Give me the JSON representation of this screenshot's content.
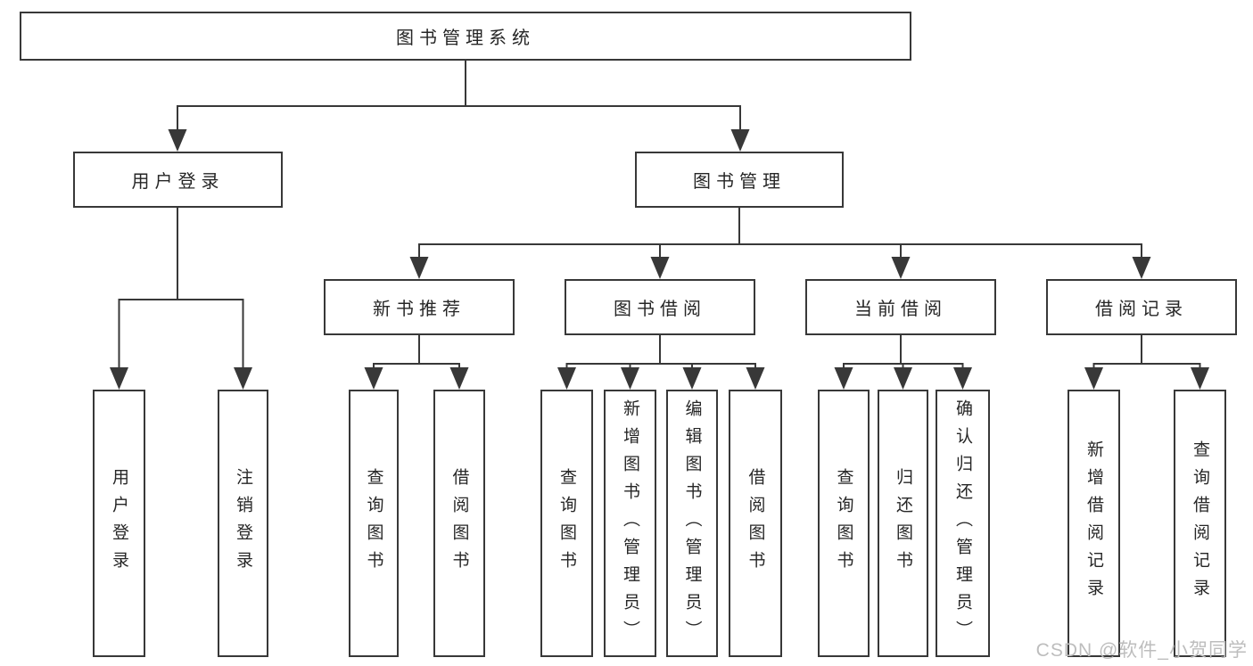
{
  "colors": {
    "line": "#383838",
    "box_border": "#383838",
    "text": "#262626",
    "watermark": "#bdbdbd",
    "background": "#ffffff"
  },
  "watermark": "CSDN @软件_小贺同学",
  "tree": {
    "root": "图书管理系统",
    "branches": [
      {
        "label": "用户登录",
        "children": [
          {
            "label": "用户登录"
          },
          {
            "label": "注销登录"
          }
        ]
      },
      {
        "label": "图书管理",
        "children": [
          {
            "label": "新书推荐",
            "children": [
              {
                "label": "查询图书"
              },
              {
                "label": "借阅图书"
              }
            ]
          },
          {
            "label": "图书借阅",
            "children": [
              {
                "label": "查询图书"
              },
              {
                "label": "新增图书（管理员）"
              },
              {
                "label": "编辑图书（管理员）"
              },
              {
                "label": "借阅图书"
              }
            ]
          },
          {
            "label": "当前借阅",
            "children": [
              {
                "label": "查询图书"
              },
              {
                "label": "归还图书"
              },
              {
                "label": "确认归还（管理员）"
              }
            ]
          },
          {
            "label": "借阅记录",
            "children": [
              {
                "label": "新增借阅记录"
              },
              {
                "label": "查询借阅记录"
              }
            ]
          }
        ]
      }
    ]
  }
}
